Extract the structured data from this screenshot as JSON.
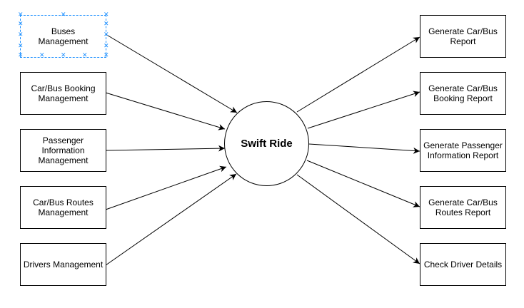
{
  "diagram": {
    "center": {
      "label": "Swift Ride"
    },
    "inputs": [
      {
        "id": "buses-management",
        "label": "Buses\nManagement",
        "selected": true
      },
      {
        "id": "booking-management",
        "label": "Car/Bus Booking\nManagement"
      },
      {
        "id": "passenger-management",
        "label": "Passenger\nInformation\nManagement"
      },
      {
        "id": "routes-management",
        "label": "Car/Bus Routes\nManagement"
      },
      {
        "id": "drivers-management",
        "label": "Drivers Management"
      }
    ],
    "outputs": [
      {
        "id": "generate-car-bus-report",
        "label": "Generate Car/Bus\nReport"
      },
      {
        "id": "generate-booking-report",
        "label": "Generate Car/Bus\nBooking Report"
      },
      {
        "id": "generate-passenger-report",
        "label": "Generate Passenger\nInformation Report"
      },
      {
        "id": "generate-routes-report",
        "label": "Generate Car/Bus\nRoutes Report"
      },
      {
        "id": "check-driver-details",
        "label": "Check Driver Details"
      }
    ],
    "colors": {
      "line": "#000000",
      "selection": "#1e90ff"
    }
  }
}
